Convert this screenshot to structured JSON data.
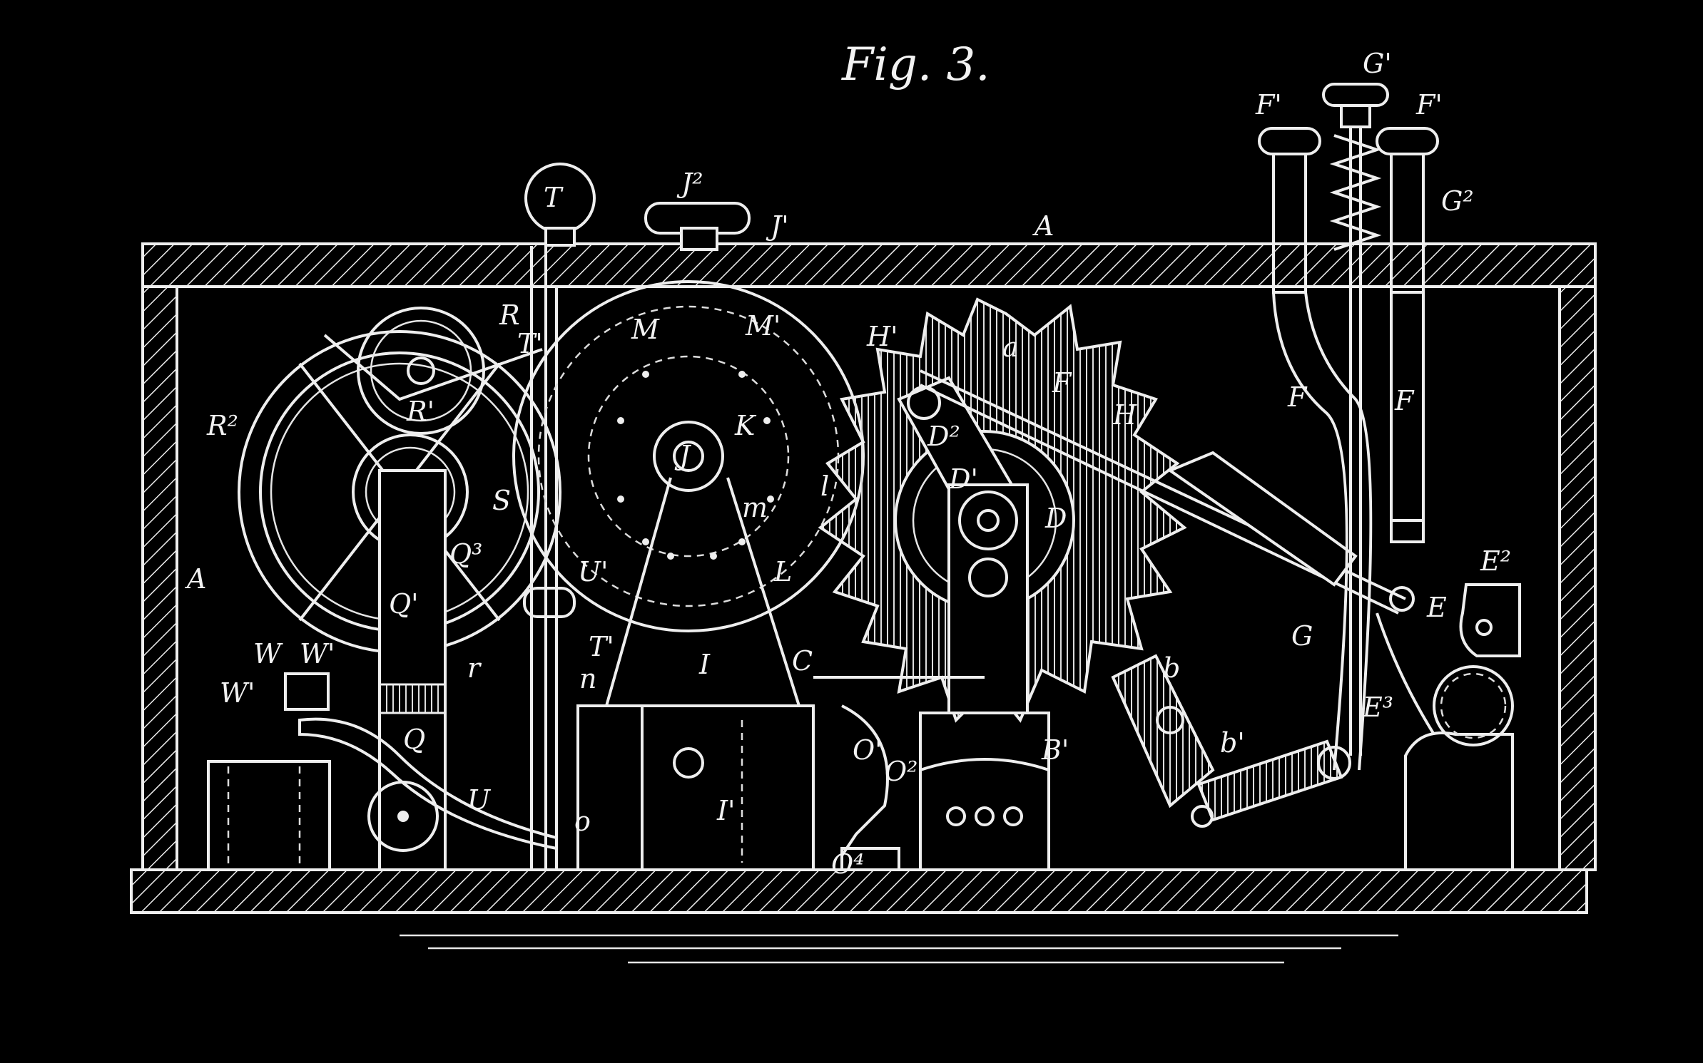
{
  "figure": {
    "title": "Fig. 3."
  },
  "colors": {
    "background": "#000000",
    "line": "#eeeeee"
  },
  "labels": {
    "A_top": "A",
    "A_left": "A",
    "T": "T",
    "T_prime": "T'",
    "T_prime_2": "T'",
    "J2": "J²",
    "J_prime": "J'",
    "J": "J",
    "K": "K",
    "M": "M",
    "M_prime": "M'",
    "L": "L",
    "l": "l",
    "m": "m",
    "R": "R",
    "R2": "R²",
    "R1": "R'",
    "Q": "Q",
    "Q1": "Q'",
    "Q3": "Q³",
    "S": "S",
    "U1": "U'",
    "U": "U",
    "W": "W",
    "W_1": "W'",
    "W1": "W'",
    "r": "r",
    "n": "n",
    "o": "o",
    "I": "I",
    "I1": "I'",
    "C": "C",
    "O1": "O'",
    "O2": "O²",
    "O4": "O⁴",
    "H_prime": "H'",
    "a": "a",
    "F_small": "F",
    "H_small": "H",
    "D2": "D²",
    "D1": "D'",
    "D": "D",
    "B1": "B'",
    "b": "b",
    "b1": "b'",
    "G": "G",
    "G1": "G'",
    "G2": "G²",
    "F1_left": "F'",
    "F1_right": "F'",
    "F_left": "F",
    "F_right": "F",
    "E": "E",
    "E2": "E²",
    "E3": "E³"
  }
}
